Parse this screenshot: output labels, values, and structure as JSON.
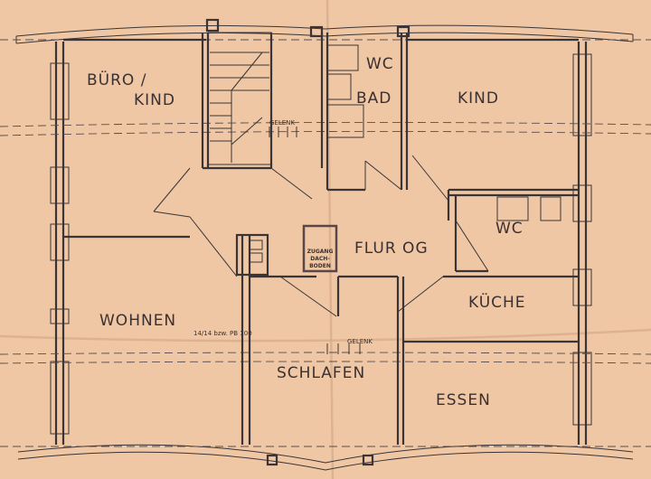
{
  "rooms": {
    "buero_line1": "BÜRO /",
    "buero_line2": "KIND",
    "wc_top": "WC",
    "bad": "BAD",
    "kind": "KIND",
    "wc_right": "WC",
    "flur": "FLUR OG",
    "kueche": "KÜCHE",
    "wohnen": "WOHNEN",
    "schlafen": "SCHLAFEN",
    "essen": "ESSEN"
  },
  "annotations": {
    "gelenk_top": "GELENK",
    "gelenk_bottom": "GELENK",
    "beam": "14/14 bzw.  PB 100",
    "attic_access_line1": "ZUGANG",
    "attic_access_line2": "DACH-",
    "attic_access_line3": "BODEN"
  },
  "colors": {
    "paper": "#efc7a4",
    "ink": "#3a3436",
    "fold": "#d7a989"
  }
}
